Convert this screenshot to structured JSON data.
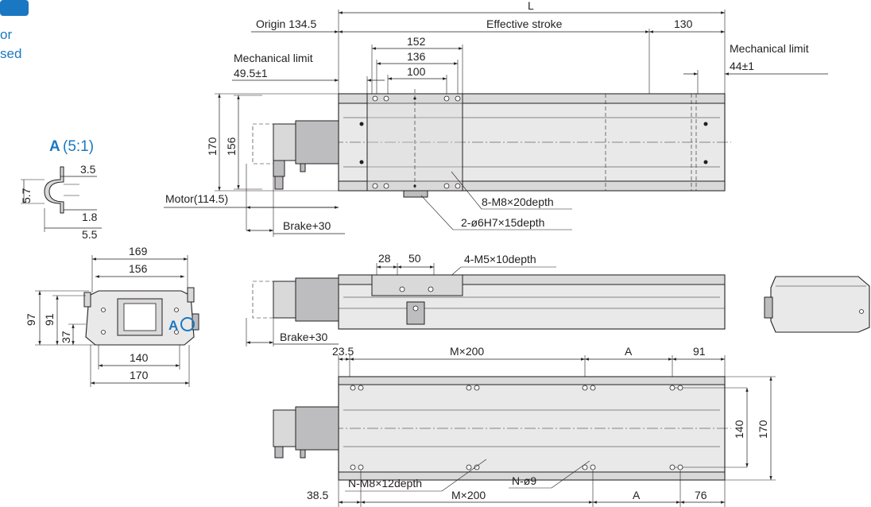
{
  "header": {
    "badge_color": "#1a78c2",
    "side_text_1": "or",
    "side_text_2": "sed"
  },
  "detail_a": {
    "title_letter": "A",
    "title_scale": "(5:1)",
    "dim_3_5": "3.5",
    "dim_5_7": "5.7",
    "dim_1_8": "1.8",
    "dim_5_5": "5.5"
  },
  "top_view": {
    "dim_L": "L",
    "origin": "Origin 134.5",
    "effective_stroke": "Effective stroke",
    "dim_130": "130",
    "mech_limit_left": "Mechanical limit",
    "mech_limit_left_value": "49.5±1",
    "mech_limit_right": "Mechanical limit",
    "mech_limit_right_value": "44±1",
    "dim_152": "152",
    "dim_136": "136",
    "dim_100": "100",
    "dim_170": "170",
    "dim_156": "156",
    "motor": "Motor(114.5)",
    "brake": "Brake+30",
    "callout_m8": "8-M8×20depth",
    "callout_pin": "2-ø6H7×15depth"
  },
  "end_view": {
    "dim_169": "169",
    "dim_156": "156",
    "dim_97": "97",
    "dim_91": "91",
    "dim_37": "37",
    "dim_140": "140",
    "dim_170": "170",
    "marker_a": "A"
  },
  "side_view": {
    "dim_28": "28",
    "dim_50": "50",
    "callout_m5": "4-M5×10depth",
    "brake": "Brake+30"
  },
  "bottom_view": {
    "dim_23_5": "23.5",
    "dim_mx200_top": "M×200",
    "dim_A_top": "A",
    "dim_91": "91",
    "dim_140": "140",
    "dim_170": "170",
    "callout_nm8": "N-M8×12depth",
    "callout_n9": "N-ø9",
    "dim_38_5": "38.5",
    "dim_mx200_bottom": "M×200",
    "dim_A_bottom": "A",
    "dim_76": "76"
  }
}
